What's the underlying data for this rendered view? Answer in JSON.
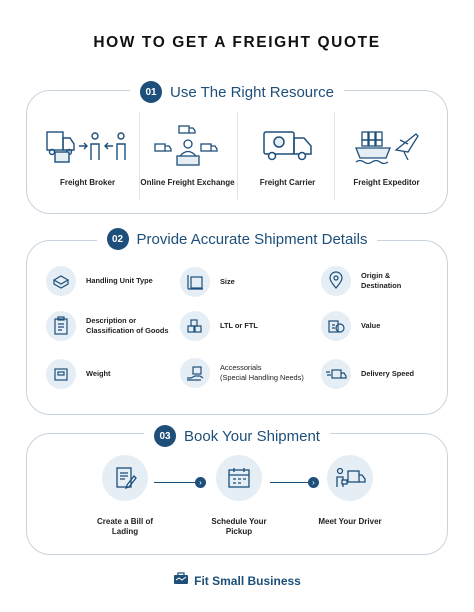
{
  "title": "HOW TO GET A FREIGHT QUOTE",
  "colors": {
    "primary": "#1d4f7a",
    "light_blue": "#e6eef5",
    "border": "#c9d3dd"
  },
  "sections": [
    {
      "number": "01",
      "heading": "Use The Right Resource",
      "items": [
        {
          "label": "Freight Broker",
          "icon": "freight-broker-icon"
        },
        {
          "label": "Online Freight Exchange",
          "icon": "online-exchange-icon"
        },
        {
          "label": "Freight Carrier",
          "icon": "truck-icon"
        },
        {
          "label": "Freight Expeditor",
          "icon": "ship-plane-icon"
        }
      ]
    },
    {
      "number": "02",
      "heading": "Provide Accurate Shipment Details",
      "items": [
        {
          "label": "Handling Unit Type",
          "sub": "",
          "icon": "pallet-icon"
        },
        {
          "label": "Size",
          "sub": "",
          "icon": "ruler-box-icon"
        },
        {
          "label": "Origin &",
          "sub": "Destination",
          "icon": "map-pin-icon"
        },
        {
          "label": "Description or",
          "sub": "Classification of Goods",
          "icon": "clipboard-icon"
        },
        {
          "label": "LTL or FTL",
          "sub": "",
          "icon": "boxes-icon"
        },
        {
          "label": "Value",
          "sub": "",
          "icon": "money-icon"
        },
        {
          "label": "Weight",
          "sub": "",
          "icon": "scale-icon"
        },
        {
          "label": "Accessorials",
          "sub": "(Special Handling Needs)",
          "icon": "hand-box-icon"
        },
        {
          "label": "Delivery Speed",
          "sub": "",
          "icon": "fast-truck-icon"
        }
      ]
    },
    {
      "number": "03",
      "heading": "Book Your Shipment",
      "items": [
        {
          "label": "Create a Bill of",
          "sub": "Lading",
          "icon": "document-pen-icon"
        },
        {
          "label": "Schedule Your",
          "sub": "Pickup",
          "icon": "calendar-icon"
        },
        {
          "label": "Meet Your Driver",
          "sub": "",
          "icon": "driver-truck-icon"
        }
      ]
    }
  ],
  "brand": {
    "name": "Fit Small Business",
    "icon": "briefcase-logo-icon"
  }
}
